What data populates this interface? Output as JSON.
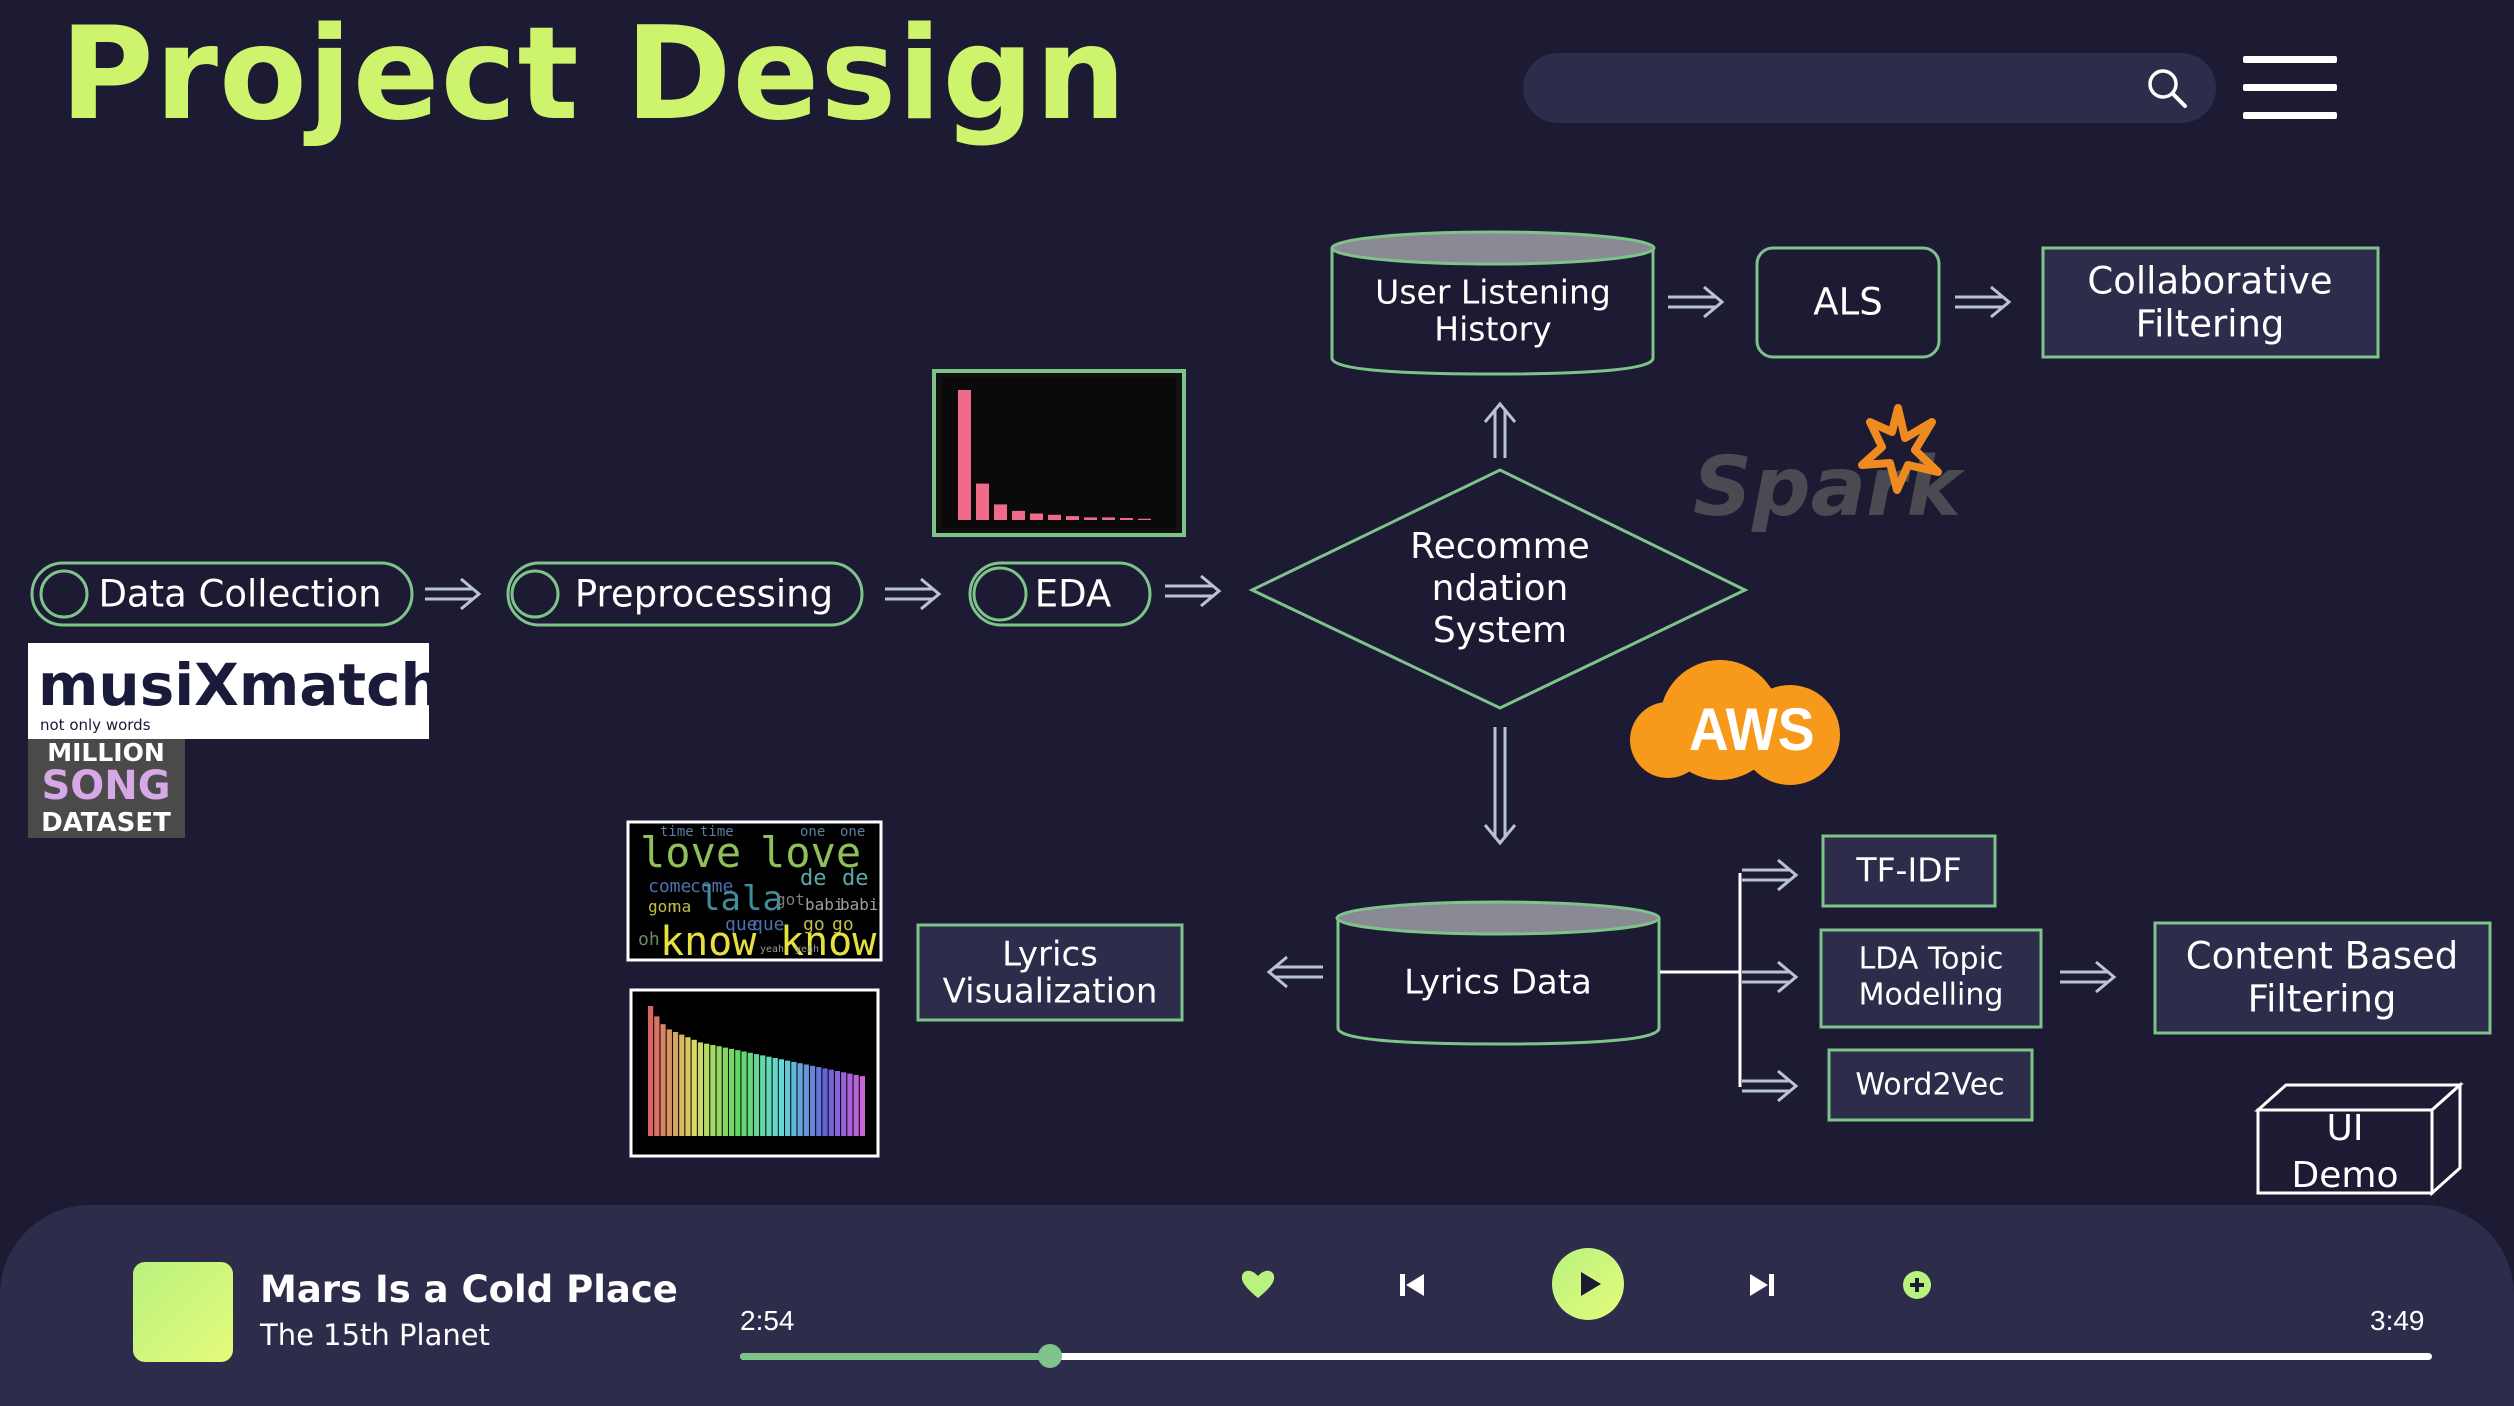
{
  "header": {
    "title": "Project Design",
    "search_placeholder": ""
  },
  "diagram": {
    "pipeline": {
      "data_collection": "Data Collection",
      "preprocessing": "Preprocessing",
      "eda": "EDA"
    },
    "recommendation_system": [
      "Recomme",
      "ndation",
      "System"
    ],
    "user_listening_history": [
      "User Listening",
      "History"
    ],
    "als": "ALS",
    "collaborative_filtering": [
      "Collaborative",
      "Filtering"
    ],
    "lyrics_data": "Lyrics Data",
    "lyrics_visualization": [
      "Lyrics",
      "Visualization"
    ],
    "tfidf": "TF-IDF",
    "lda": [
      "LDA Topic",
      "Modelling"
    ],
    "word2vec": "Word2Vec",
    "content_based_filtering": [
      "Content Based",
      "Filtering"
    ],
    "ui_demo": [
      "UI",
      "Demo"
    ]
  },
  "logos": {
    "musixmatch": "musiXmatch",
    "musixmatch_tagline": "not only words",
    "million_song": [
      "MILLION",
      "SONG",
      "DATASET"
    ],
    "spark": "Spark",
    "aws": "AWS"
  },
  "wordcloud": {
    "words": [
      "love",
      "love",
      "time",
      "time",
      "one",
      "one",
      "come",
      "come",
      "gon",
      "na",
      "la",
      "la",
      "de",
      "de",
      "que",
      "que",
      "babi",
      "babi",
      "go",
      "go",
      "oh",
      "know",
      "know",
      "got",
      "yeah",
      "yeah"
    ]
  },
  "eda_chart": {
    "bars": [
      100,
      28,
      12,
      7,
      5,
      4,
      3,
      2,
      2,
      1.5,
      1
    ]
  },
  "genre_chart": {
    "bars": [
      100,
      92,
      86,
      82,
      80,
      78,
      76,
      74,
      72,
      71,
      70,
      69,
      68,
      67,
      66,
      65,
      64,
      63,
      62,
      61,
      60,
      59,
      58,
      57,
      56,
      55,
      54,
      53,
      52,
      51,
      50,
      49,
      48,
      47,
      46
    ]
  },
  "player": {
    "title": "Mars Is a Cold Place",
    "artist": "The 15th Planet",
    "elapsed": "2:54",
    "total": "3:49",
    "progress": 0.183
  },
  "colors": {
    "background": "#1c1b33",
    "accent": "#cdf46c",
    "node_border": "#7ec48a",
    "node_fill": "#2e2c4b",
    "player_bg": "#2e2c4b"
  },
  "icons": {
    "search": "search-icon",
    "menu": "hamburger-menu-icon",
    "like": "heart-icon",
    "prev": "skip-previous-icon",
    "play": "play-icon",
    "next": "skip-next-icon",
    "add": "plus-circle-icon"
  }
}
